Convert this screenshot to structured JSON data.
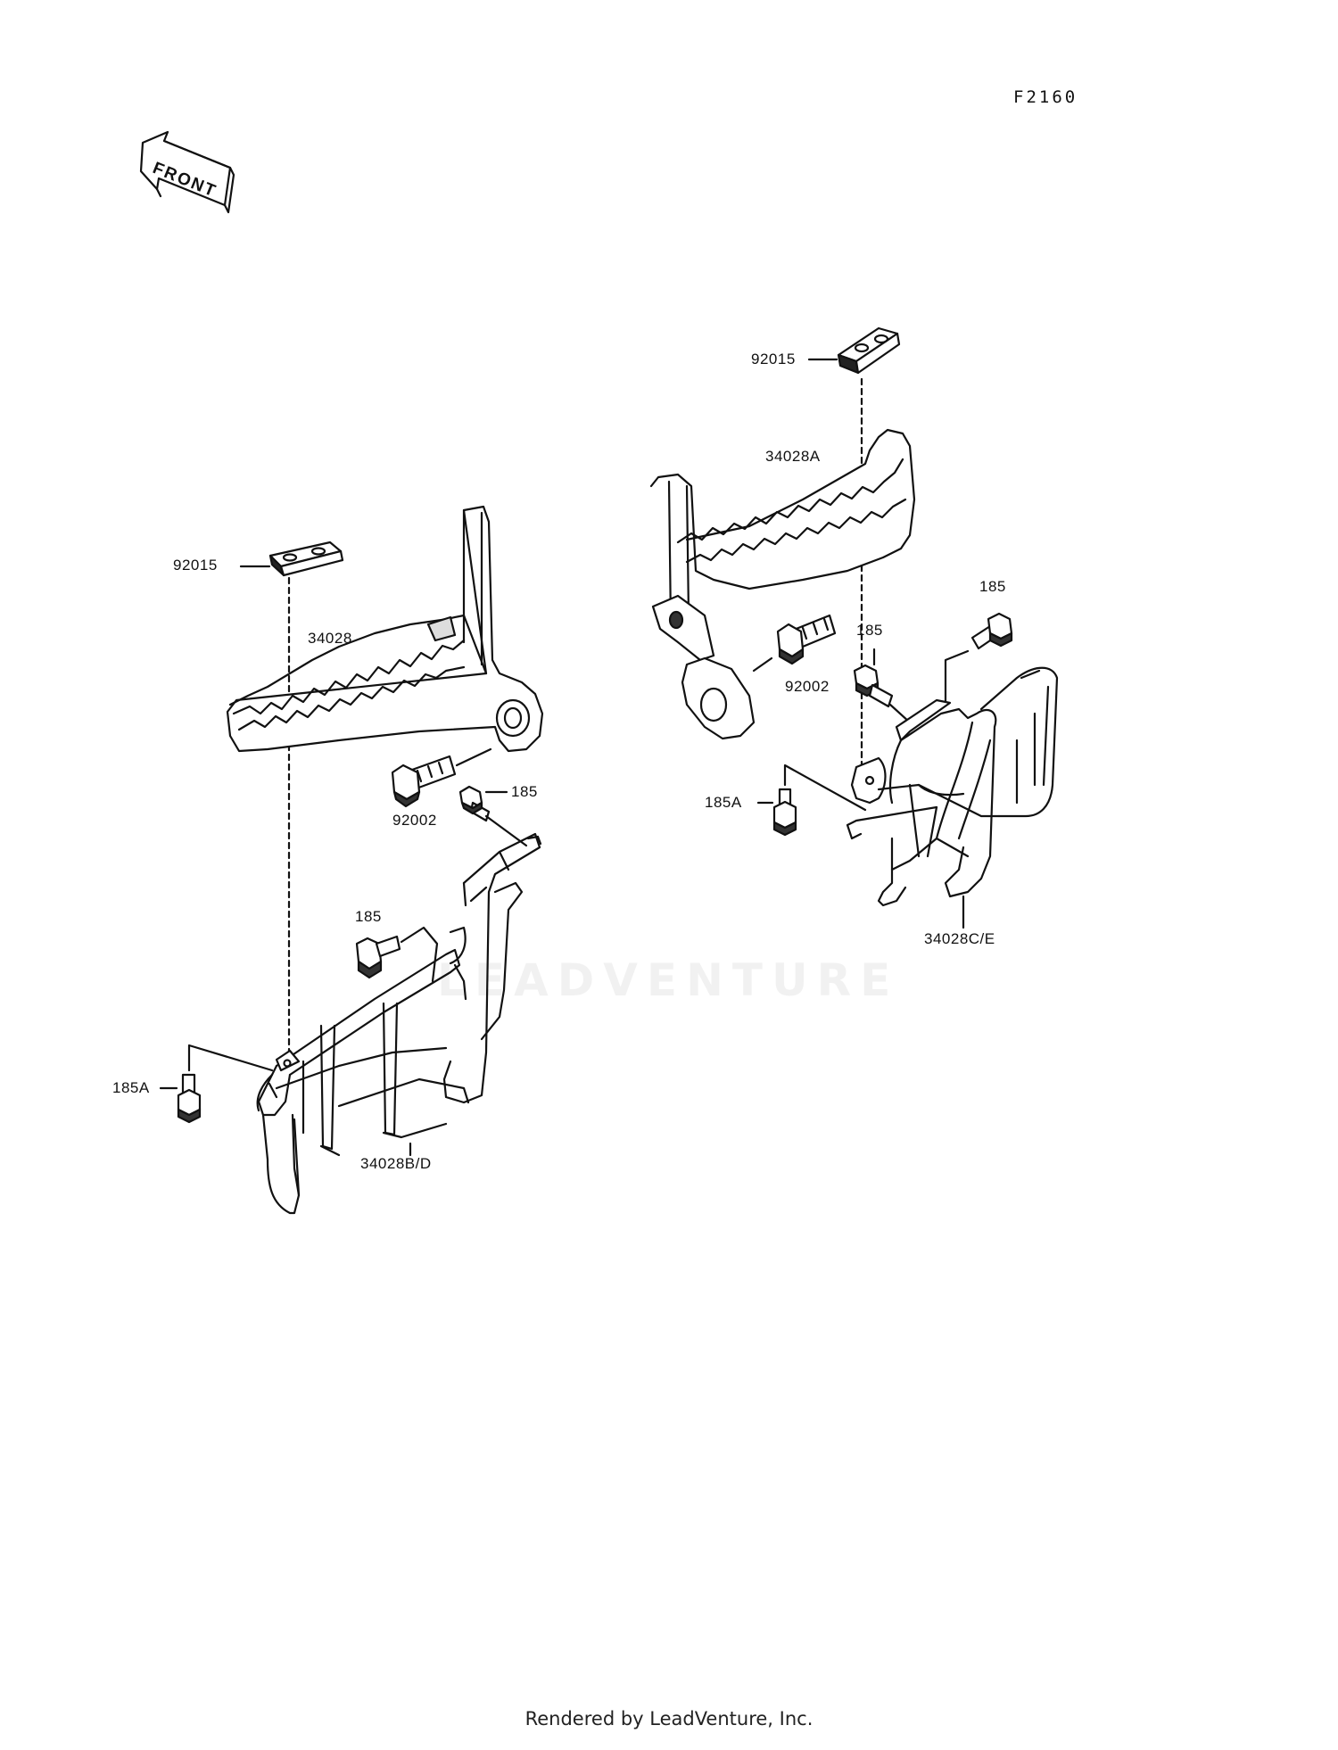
{
  "diagram": {
    "code": "F2160",
    "front_label": "FRONT",
    "watermark": "LEADVENTURE",
    "footer": "Rendered by LeadVenture, Inc.",
    "colors": {
      "line": "#111111",
      "background": "#ffffff",
      "fill": "#f7f7f7"
    },
    "left_assembly": {
      "plate": "92015",
      "step": "34028",
      "bolt": "92002",
      "bolt_upper": "185",
      "bolt_mid": "185",
      "bolt_lower": "185A",
      "guard": "34028B/D"
    },
    "right_assembly": {
      "plate": "92015",
      "step": "34028A",
      "bolt": "92002",
      "bolt_upper": "185",
      "bolt_mid": "185",
      "bolt_lower": "185A",
      "guard": "34028C/E"
    }
  }
}
